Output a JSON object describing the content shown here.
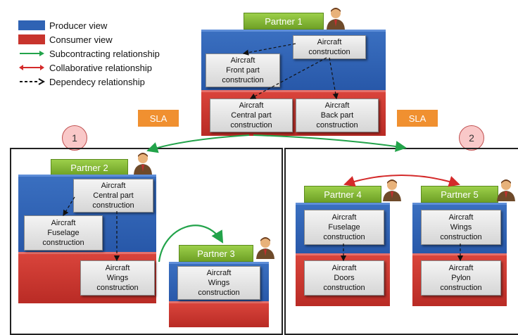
{
  "legend": {
    "producer": "Producer view",
    "consumer": "Consumer view",
    "subcontracting": "Subcontracting relationship",
    "collaborative": "Collaborative relationship",
    "dependency": "Dependecy relationship"
  },
  "partners": {
    "p1": "Partner 1",
    "p2": "Partner 2",
    "p3": "Partner 3",
    "p4": "Partner 4",
    "p5": "Partner 5"
  },
  "sla": {
    "left": "SLA",
    "right": "SLA"
  },
  "numbers": {
    "one": "1",
    "two": "2"
  },
  "tasks": {
    "p1_aircraft": "Aircraft\nconstruction",
    "p1_front": "Aircraft\nFront part\nconstruction",
    "p1_central": "Aircraft\nCentral part\nconstruction",
    "p1_back": "Aircraft\nBack part\nconstruction",
    "p2_central": "Aircraft\nCentral part\nconstruction",
    "p2_fuselage": "Aircraft\nFuselage\nconstruction",
    "p2_wings": "Aircraft\nWings\nconstruction",
    "p3_wings": "Aircraft\nWings\nconstruction",
    "p4_fuselage": "Aircraft\nFuselage\nconstruction",
    "p4_doors": "Aircraft\nDoors\nconstruction",
    "p5_wings": "Aircraft\nWings\nconstruction",
    "p5_pylon": "Aircraft\nPylon\nconstruction"
  },
  "colors": {
    "producer": "#2f63b4",
    "consumer": "#c8342d",
    "subcontracting": "#22a34a",
    "collaborative": "#d42a2a",
    "partner_tag": "#86b93a",
    "sla": "#f09030"
  }
}
